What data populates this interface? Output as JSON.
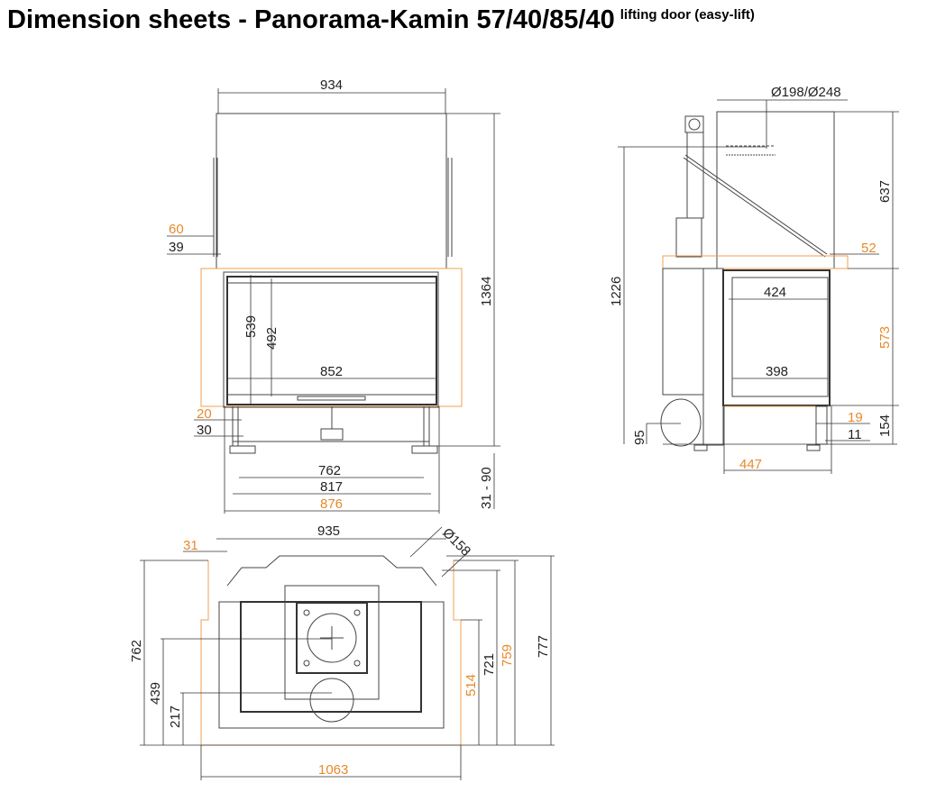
{
  "title": {
    "main": "Dimension sheets - Panorama-Kamin 57/40/85/40",
    "sub": "lifting door (easy-lift)"
  },
  "colors": {
    "accent_orange": "#e8892a",
    "line": "#333333"
  },
  "front_view": {
    "width_top": "934",
    "height_total": "1364",
    "offset_60": "60",
    "offset_39": "39",
    "h_539": "539",
    "h_492": "492",
    "w_852": "852",
    "offset_20": "20",
    "offset_30": "30",
    "w_762": "762",
    "w_817": "817",
    "w_876": "876",
    "leg_range": "31 - 90"
  },
  "side_view": {
    "flue_diameter": "Ø198/Ø248",
    "h_1226": "1226",
    "h_637": "637",
    "offset_52": "52",
    "w_424": "424",
    "h_573": "573",
    "w_398": "398",
    "h_154": "154",
    "offset_19": "19",
    "offset_11": "11",
    "h_95": "95",
    "w_447": "447"
  },
  "top_view": {
    "w_935": "935",
    "offset_31": "31",
    "diameter_158": "Ø158",
    "d_762": "762",
    "d_439": "439",
    "d_217": "217",
    "d_514": "514",
    "d_721": "721",
    "d_759": "759",
    "d_777": "777",
    "w_1063": "1063"
  }
}
